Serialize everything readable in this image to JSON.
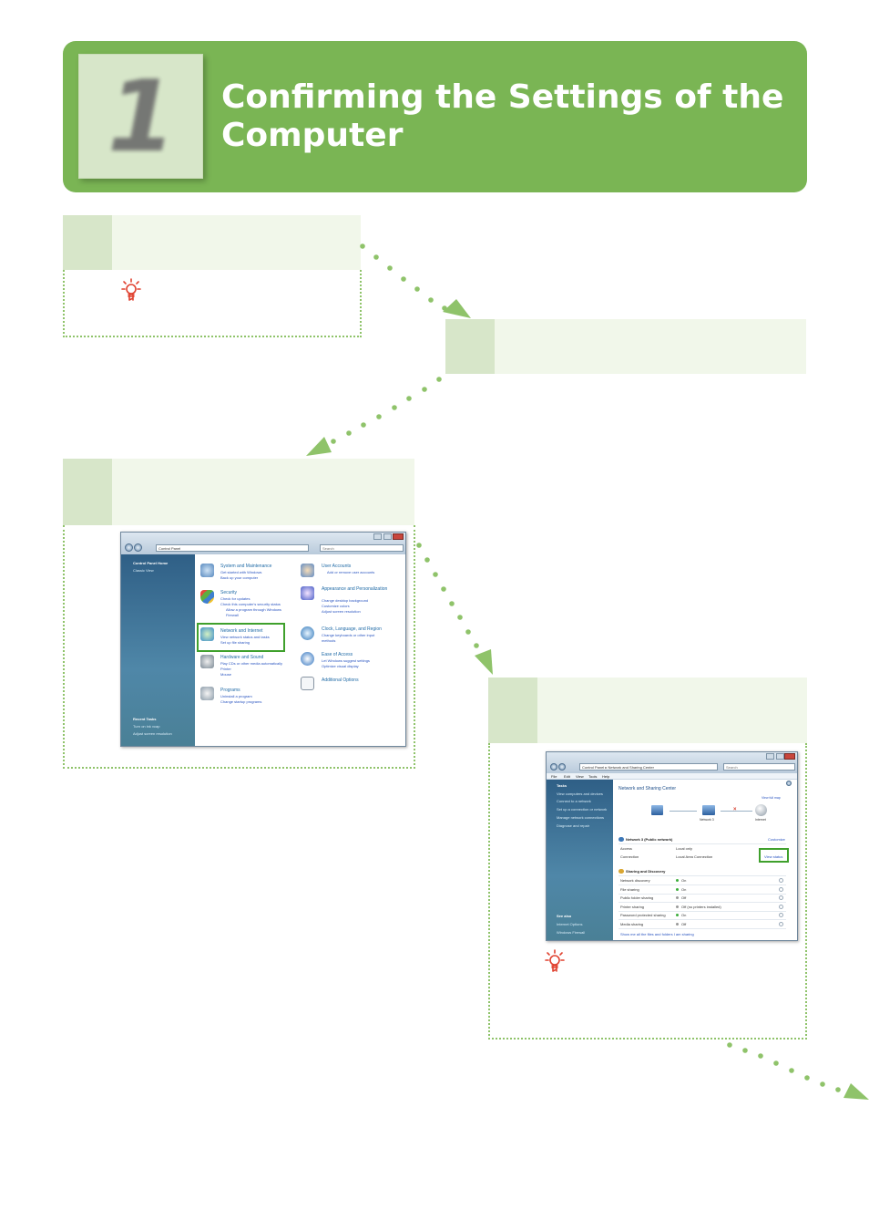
{
  "banner": {
    "number": "1",
    "title": "Confirming the Settings of the Computer",
    "background_color": "#7ab554"
  },
  "icons": {
    "hint": "lightbulb-hint-icon"
  },
  "control_panel": {
    "address": "Control Panel",
    "search_placeholder": "Search",
    "sidebar": {
      "home": "Control Panel Home",
      "classic": "Classic View",
      "recent_title": "Recent Tasks",
      "recent_items": [
        "Turn on ink vcap",
        "Adjust screen resolution"
      ]
    },
    "categories": [
      {
        "title": "System and Maintenance",
        "links": [
          "Get started with Windows",
          "Back up your computer"
        ]
      },
      {
        "title": "Security",
        "links": [
          "Check for updates",
          "Check this computer's security status",
          "Allow a program through Windows",
          "Firewall"
        ]
      },
      {
        "title": "Network and Internet",
        "links": [
          "View network status and tasks",
          "Set up file sharing"
        ]
      },
      {
        "title": "Hardware and Sound",
        "links": [
          "Play CDs or other media automatically",
          "Printer",
          "Mouse"
        ]
      },
      {
        "title": "Programs",
        "links": [
          "Uninstall a program",
          "Change startup programs"
        ]
      },
      {
        "title": "User Accounts",
        "links": [
          "Add or remove user accounts"
        ]
      },
      {
        "title": "Appearance and Personalization",
        "links": [
          "Change desktop background",
          "Customize colors",
          "Adjust screen resolution"
        ]
      },
      {
        "title": "Clock, Language, and Region",
        "links": [
          "Change keyboards or other input",
          "methods"
        ]
      },
      {
        "title": "Ease of Access",
        "links": [
          "Let Windows suggest settings",
          "Optimize visual display"
        ]
      },
      {
        "title": "Additional Options",
        "links": []
      }
    ]
  },
  "network_center": {
    "address": "Control Panel  ▸  Network and Sharing Center",
    "search_placeholder": "Search",
    "menu": [
      "File",
      "Edit",
      "View",
      "Tools",
      "Help"
    ],
    "sidebar": {
      "tasks_title": "Tasks",
      "tasks": [
        "View computers and devices",
        "Connect to a network",
        "Set up a connection or network",
        "Manage network connections",
        "Diagnose and repair"
      ],
      "see_also_title": "See also",
      "see_also": [
        "Internet Options",
        "Windows Firewall"
      ]
    },
    "title": "Network and Sharing Center",
    "view_full_map": "View full map",
    "map_labels": [
      "Network 3",
      "Internet"
    ],
    "network_name": "Network 3 (Public network)",
    "customize": "Customize",
    "access_label": "Access",
    "access_value": "Local only",
    "connection_label": "Connection",
    "connection_value": "Local Area Connection",
    "view_status": "View status",
    "sharing_title": "Sharing and Discovery",
    "sharing_rows": [
      {
        "label": "Network discovery",
        "value": "On",
        "state": "on"
      },
      {
        "label": "File sharing",
        "value": "On",
        "state": "on"
      },
      {
        "label": "Public folder sharing",
        "value": "Off",
        "state": "off"
      },
      {
        "label": "Printer sharing",
        "value": "Off (no printers installed)",
        "state": "off"
      },
      {
        "label": "Password protected sharing",
        "value": "On",
        "state": "on"
      },
      {
        "label": "Media sharing",
        "value": "Off",
        "state": "off"
      }
    ],
    "footer_link": "Show me all the files and folders I am sharing",
    "status_colors": {
      "on": "#3cae3c",
      "off": "#9a9a9a"
    }
  }
}
